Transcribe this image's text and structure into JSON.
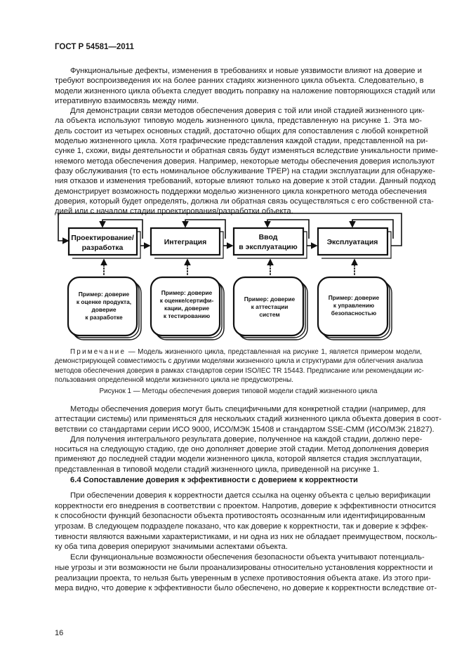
{
  "header": {
    "title": "ГОСТ Р 54581—2011"
  },
  "paragraphs_top": [
    [
      "Функциональные дефекты, изменения в требованиях и новые уязвимости влияют на доверие и",
      "требуют воспроизведения их на более ранних стадиях жизненного цикла объекта. Следовательно, в",
      "модели жизненного цикла объекта следует вводить поправку на наложение повторяющихся стадий или",
      "итеративную взаимосвязь между ними."
    ],
    [
      "Для демонстрации связи методов обеспечения доверия с той или иной стадией жизненного цик-",
      "ла объекта используют типовую модель жизненного цикла, представленную на рисунке 1. Эта мо-",
      "дель состоит из четырех основных стадий, достаточно общих для сопоставления с любой конкретной",
      "моделью жизненного цикла. Хотя графические представления каждой стадии, представленной на ри-",
      "сунке 1, схожи, виды деятельности и обратная связь будут изменяться вследствие уникальности приме-",
      "няемого метода обеспечения доверия. Например, некоторые методы обеспечения доверия используют",
      "фазу обслуживания (то есть номинальное обслуживание ТРЕР) на стадии эксплуатации для обнаруже-",
      "ния отказов и изменения требований, которые влияют только на доверие к этой стадии. Данный подход",
      "демонстрирует возможность поддержки моделью жизненного цикла конкретного метода обеспечения",
      "доверия, который будет определять, должна ли обратная связь осуществляться с его собственной ста-",
      "дией или с началом стадии проектирования/разработки объекта."
    ]
  ],
  "figure": {
    "stages": [
      [
        "Проектирование/",
        "разработка"
      ],
      [
        "Интеграция"
      ],
      [
        "Ввод",
        "в эксплуатацию"
      ],
      [
        "Эксплуатация"
      ]
    ],
    "examples": [
      [
        "Пример: доверие",
        "к оценке продукта,",
        "доверие",
        "к разработке"
      ],
      [
        "Пример: доверие",
        "к оценке/сертифи-",
        "кации, доверие",
        "к тестированию"
      ],
      [
        "Пример: доверие",
        "к аттестации",
        "систем"
      ],
      [
        "Пример: доверие",
        "к управлению",
        "безопасностью"
      ]
    ],
    "note_label": "Примечание",
    "note_lines": [
      " — Модель жизненного цикла, представленная на рисунке 1, является примером модели,",
      "демонстрирующей совместимость с другими моделями жизненного цикла и структурами для облегчения анализа",
      "методов обеспечения доверия в рамках стандартов серии ISO/IEC TR 15443. Предписание или рекомендации ис-",
      "пользования определенной модели жизненного цикла не предусмотрены."
    ],
    "caption": "Рисунок  1 — Методы обеспечения доверия типовой модели стадий жизненного цикла"
  },
  "paragraphs_mid": [
    [
      "Методы обеспечения доверия могут быть специфичными для конкретной стадии (например, для",
      "аттестации системы) или применяться для нескольких стадий жизненного цикла объекта доверия в соот-",
      "ветствии со стандартами серии ИСО 9000, ИСО/МЭК 15408 и стандартом SSE-CMM (ИСО/МЭК 21827)."
    ],
    [
      "Для получения интегрального результата доверие, полученное на каждой стадии, должно пере-",
      "носиться на следующую стадию, где оно дополняет доверие этой стадии. Метод дополнения доверия",
      "применяют до последней стадии модели жизненного цикла, которой является стадия эксплуатации,",
      "представленная в типовой модели стадий жизненного цикла, приведенной на рисунке 1."
    ]
  ],
  "section_heading": "6.4  Сопоставление доверия к эффективности с доверием к корректности",
  "paragraphs_bottom": [
    [
      "При обеспечении доверия к корректности дается ссылка на оценку объекта с целью верификации",
      "корректности его внедрения в соответствии с проектом. Напротив, доверие к эффективности относится",
      "к способности функций безопасности объекта противостоять осознанным или идентифицированным",
      "угрозам. В следующем подразделе показано, что как доверие к корректности, так и доверие к эффек-",
      "тивности являются важными характеристиками, и ни одна из них не обладает преимуществом, посколь-",
      "ку оба типа доверия оперируют значимыми аспектами объекта."
    ],
    [
      "Если функциональные возможности обеспечения безопасности объекта учитывают потенциаль-",
      "ные угрозы и эти возможности не были проанализированы относительно установления корректности и",
      "реализации проекта, то нельзя быть уверенным в успехе противостояния объекта атаке. Из этого при-",
      "мера видно, что доверие к эффективности было обеспечено, но доверие к корректности вследствие от-"
    ]
  ],
  "page_number": "16"
}
